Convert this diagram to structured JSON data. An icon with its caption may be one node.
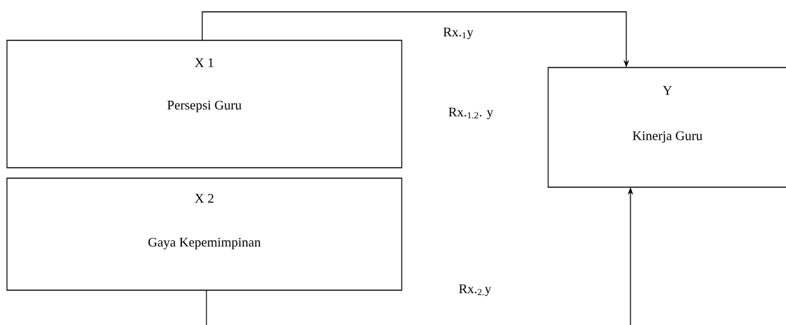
{
  "diagram": {
    "nodes": [
      {
        "text": [
          "X 1",
          "Persepsi Guru"
        ]
      },
      {
        "text": [
          "X 2",
          "Gaya Kepemimpinan"
        ]
      },
      {
        "text": [
          "Y",
          "Kinerja Guru"
        ]
      }
    ],
    "edges": [
      {
        "from": 0,
        "to": 2,
        "arrow": "to",
        "label": "Rx.$_{1}$y"
      },
      {
        "from": 1,
        "to": 2,
        "arrow": "to"
      }
    ],
    "labels": [
      "Rx.$_{1.2}$. y",
      "Rx.$_{2.}$y"
    ]
  }
}
